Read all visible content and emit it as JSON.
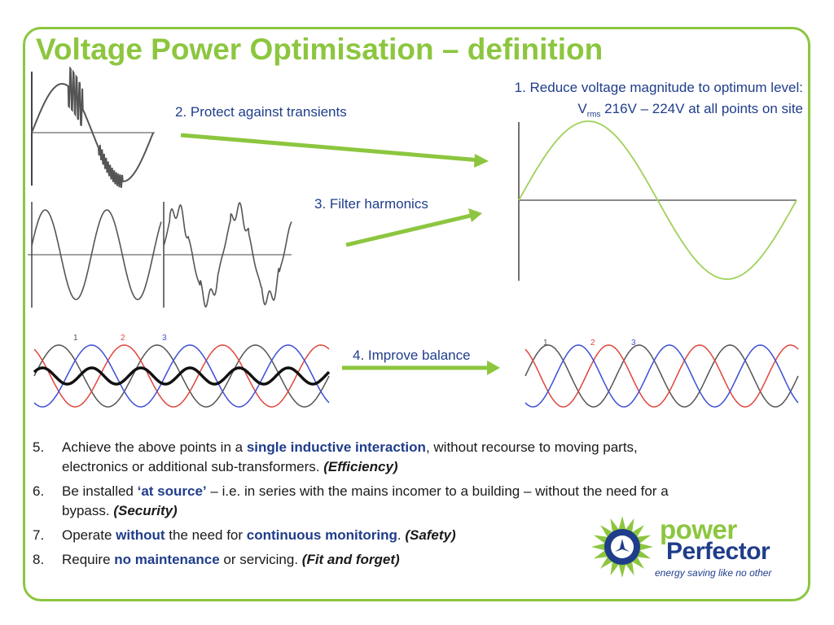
{
  "title": "Voltage Power Optimisation – definition",
  "label1_line1": "1. Reduce voltage magnitude to optimum level:",
  "label1_v": "V",
  "label1_sub": "rms",
  "label1_rest": " 216V – 224V at all points on site",
  "label2": "2. Protect against transients",
  "label3": "3. Filter harmonics",
  "label4": "4. Improve balance",
  "phase_labels": [
    "1",
    "2",
    "3"
  ],
  "colors": {
    "accent": "#8cc63f",
    "navy": "#1f3d8a",
    "phase1": "#555555",
    "phase2": "#e0463c",
    "phase3": "#3d4fd6"
  },
  "points": [
    {
      "num": "5.",
      "a": "Achieve the above points in a ",
      "hl1": "single inductive interaction",
      "b": ", without recourse to moving parts, electronics or additional sub-transformers.  ",
      "em": "(Efficiency)"
    },
    {
      "num": "6.",
      "a": "Be installed ",
      "hl1": "‘at source’",
      "b": " – i.e. in series with the mains incomer to a building – without the need for a bypass. ",
      "em": "(Security)"
    },
    {
      "num": "7.",
      "a": "Operate ",
      "hl1": "without",
      "b": " the need for ",
      "hl2": "continuous monitoring",
      "c": ". ",
      "em": "(Safety)"
    },
    {
      "num": "8.",
      "a": "Require ",
      "hl1": "no maintenance",
      "b": " or servicing. ",
      "em": "(Fit and forget)"
    }
  ],
  "logo": {
    "word1": "power",
    "word2": "Perfector",
    "tagline": "energy saving like no other"
  }
}
